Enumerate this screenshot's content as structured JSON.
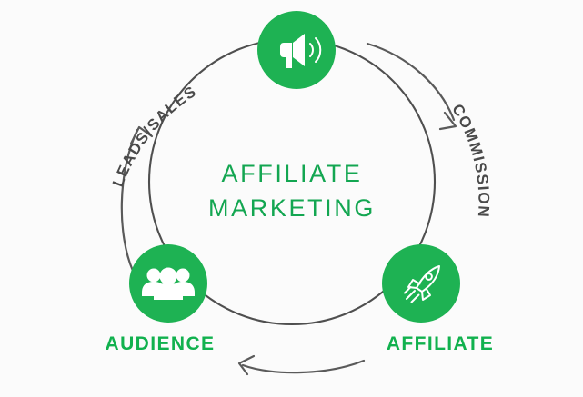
{
  "diagram": {
    "title_line1": "AFFILIATE",
    "title_line2": "MARKETING",
    "colors": {
      "node_green": "#1eb253",
      "text_green": "#13a651",
      "label_green": "#11b14e",
      "ring_gray": "#4f4f4f",
      "flow_text_gray": "#4a4a4a",
      "background": "#fbfbfb"
    },
    "nodes": [
      {
        "id": "promoter",
        "icon": "megaphone-icon",
        "label": "",
        "position": "top"
      },
      {
        "id": "affiliate",
        "icon": "rocket-icon",
        "label": "AFFILIATE",
        "position": "bottom-right"
      },
      {
        "id": "audience",
        "icon": "people-group-icon",
        "label": "AUDIENCE",
        "position": "bottom-left"
      }
    ],
    "flows": [
      {
        "id": "commission",
        "label": "COMMISSION",
        "direction": "clockwise",
        "side": "right"
      },
      {
        "id": "referral",
        "label": "",
        "direction": "counter-clockwise-visual",
        "side": "bottom"
      },
      {
        "id": "leads-sales",
        "label": "LEADS/SALES",
        "direction": "upward",
        "side": "left"
      }
    ]
  }
}
